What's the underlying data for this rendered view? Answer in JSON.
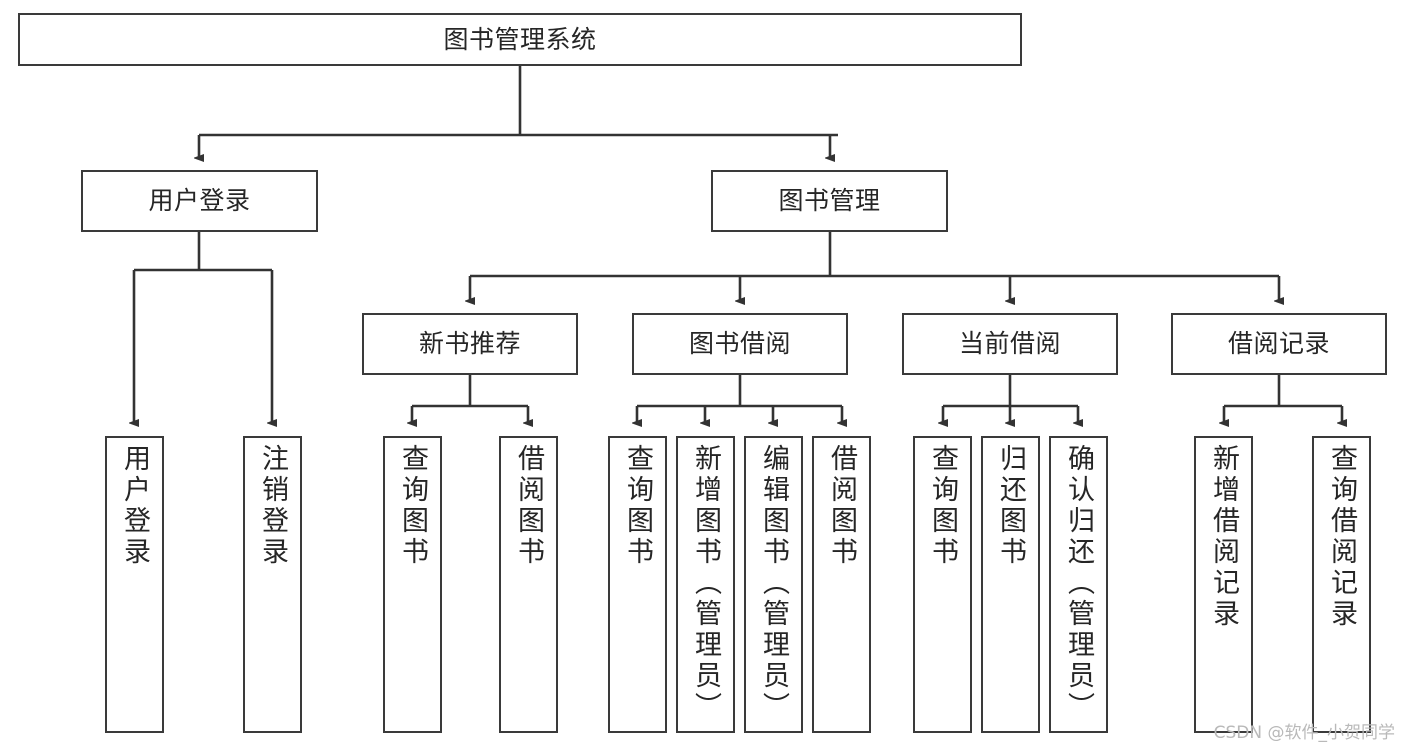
{
  "diagram": {
    "type": "hierarchy-tree",
    "title": "图书管理系统",
    "watermark": "CSDN @软件_小贺同学",
    "colors": {
      "box_border": "#3a3a3a",
      "box_fill": "#ffffff",
      "edge": "#333333",
      "text": "#262626",
      "watermark": "#b9b9b9"
    },
    "levels": {
      "root": {
        "label": "图书管理系统"
      },
      "level2": [
        {
          "label": "用户登录"
        },
        {
          "label": "图书管理"
        }
      ],
      "level3": [
        {
          "label": "新书推荐"
        },
        {
          "label": "图书借阅"
        },
        {
          "label": "当前借阅"
        },
        {
          "label": "借阅记录"
        }
      ],
      "leaves": {
        "user_login": [
          {
            "label": "用户登录"
          },
          {
            "label": "注销登录"
          }
        ],
        "new_book_recommend": [
          {
            "label": "查询图书"
          },
          {
            "label": "借阅图书"
          }
        ],
        "book_borrow": [
          {
            "label": "查询图书"
          },
          {
            "label": "新增图书（管理员）"
          },
          {
            "label": "编辑图书（管理员）"
          },
          {
            "label": "借阅图书"
          }
        ],
        "current_borrow": [
          {
            "label": "查询图书"
          },
          {
            "label": "归还图书"
          },
          {
            "label": "确认归还（管理员）"
          }
        ],
        "borrow_record": [
          {
            "label": "新增借阅记录"
          },
          {
            "label": "查询借阅记录"
          }
        ]
      }
    }
  }
}
